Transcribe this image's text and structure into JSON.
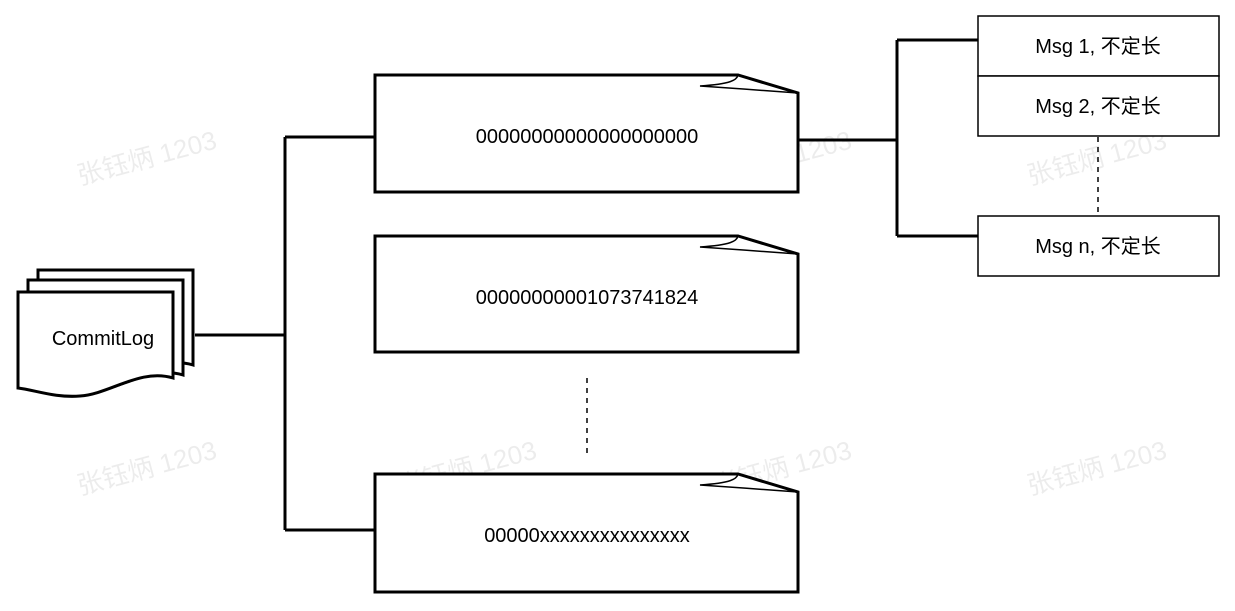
{
  "commitlog": {
    "label": "CommitLog"
  },
  "files": [
    {
      "label": "00000000000000000000"
    },
    {
      "label": "00000000001073741824"
    },
    {
      "label": "00000xxxxxxxxxxxxxxx"
    }
  ],
  "messages": [
    {
      "label": "Msg 1, 不定长"
    },
    {
      "label": "Msg 2, 不定长"
    },
    {
      "label": "Msg n, 不定长"
    }
  ],
  "watermark": {
    "text": "张钰炳 1203"
  },
  "colors": {
    "stroke": "#000000",
    "fill": "#ffffff"
  }
}
